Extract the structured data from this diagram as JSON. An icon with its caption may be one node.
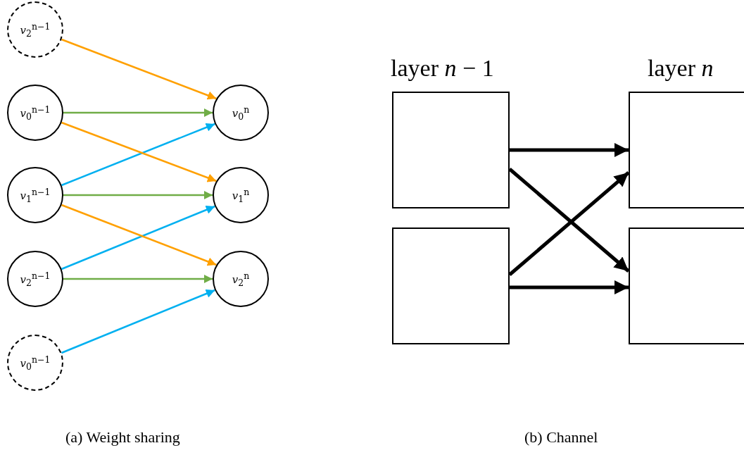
{
  "diagram": {
    "nodes": [
      {
        "text": [
          "*v*$_{2}$$^{n−1}$"
        ]
      },
      {
        "text": [
          "*v*$_{0}$$^{n−1}$"
        ]
      },
      {
        "text": [
          "*v*$_{1}$$^{n−1}$"
        ]
      },
      {
        "text": [
          "*v*$_{2}$$^{n−1}$"
        ]
      },
      {
        "text": [
          "*v*$_{0}$$^{n−1}$"
        ]
      },
      {
        "text": [
          "*v*$_{0}$$^{n}$"
        ]
      },
      {
        "text": [
          "*v*$_{1}$$^{n}$"
        ]
      },
      {
        "text": [
          "*v*$_{2}$$^{n}$"
        ]
      },
      {
        "text": [],
        "shape": "box"
      },
      {
        "text": [],
        "shape": "box"
      },
      {
        "text": [],
        "shape": "box"
      },
      {
        "text": [],
        "shape": "box"
      }
    ],
    "edges": [
      {
        "from": 0,
        "to": 5,
        "arrow": "to",
        "color": "#ffa000"
      },
      {
        "from": 1,
        "to": 5,
        "arrow": "to",
        "color": "#70ad47"
      },
      {
        "from": 2,
        "to": 5,
        "arrow": "to",
        "color": "#00b0f0"
      },
      {
        "from": 1,
        "to": 6,
        "arrow": "to",
        "color": "#ffa000"
      },
      {
        "from": 2,
        "to": 6,
        "arrow": "to",
        "color": "#70ad47"
      },
      {
        "from": 3,
        "to": 6,
        "arrow": "to",
        "color": "#00b0f0"
      },
      {
        "from": 2,
        "to": 7,
        "arrow": "to",
        "color": "#ffa000"
      },
      {
        "from": 3,
        "to": 7,
        "arrow": "to",
        "color": "#70ad47"
      },
      {
        "from": 4,
        "to": 7,
        "arrow": "to",
        "color": "#00b0f0"
      },
      {
        "from": 8,
        "to": 10,
        "arrow": "to",
        "style": "thick",
        "color": "#000000"
      },
      {
        "from": 8,
        "to": 11,
        "arrow": "to",
        "style": "thick",
        "color": "#000000"
      },
      {
        "from": 9,
        "to": 10,
        "arrow": "to",
        "style": "thick",
        "color": "#000000"
      },
      {
        "from": 9,
        "to": 11,
        "arrow": "to",
        "style": "thick",
        "color": "#000000"
      }
    ],
    "labels": [
      "layer *n* − 1",
      "layer *n*",
      "(a) Weight sharing",
      "(b) Channel"
    ]
  }
}
